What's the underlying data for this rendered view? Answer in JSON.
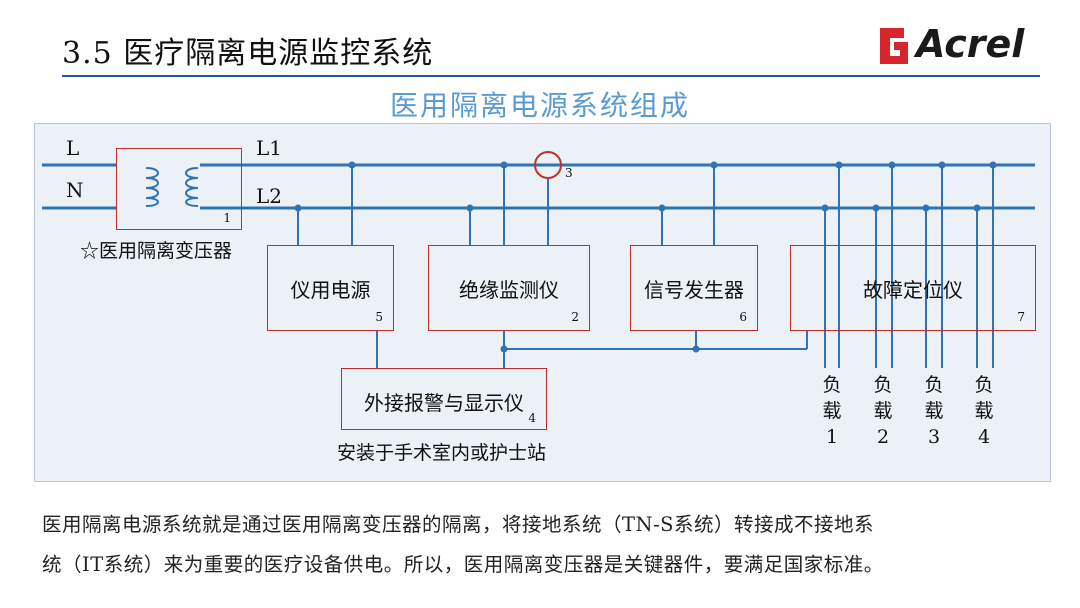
{
  "header": {
    "title": "3.5 医疗隔离电源监控系统",
    "logo_text": "Acrel",
    "subtitle": "医用隔离电源系统组成"
  },
  "diagram": {
    "lines": {
      "l": "L",
      "n": "N",
      "l1": "L1",
      "l2": "L2"
    },
    "transformer": {
      "number": "1",
      "caption": "☆医用隔离变压器"
    },
    "sensor_number": "3",
    "boxes": {
      "power": {
        "label": "仪用电源",
        "number": "5"
      },
      "insulation": {
        "label": "绝缘监测仪",
        "number": "2"
      },
      "signal": {
        "label": "信号发生器",
        "number": "6"
      },
      "fault": {
        "label": "故障定位仪",
        "number": "7"
      },
      "alarm": {
        "label": "外接报警与显示仪",
        "number": "4"
      }
    },
    "install_note": "安装于手术室内或护士站",
    "loads": [
      {
        "line1": "负",
        "line2": "载",
        "line3": "1"
      },
      {
        "line1": "负",
        "line2": "载",
        "line3": "2"
      },
      {
        "line1": "负",
        "line2": "载",
        "line3": "3"
      },
      {
        "line1": "负",
        "line2": "载",
        "line3": "4"
      }
    ]
  },
  "description": {
    "line1": "医用隔离电源系统就是通过医用隔离变压器的隔离，将接地系统（TN-S系统）转接成不接地系",
    "line2": "统（IT系统）来为重要的医疗设备供电。所以，医用隔离变压器是关键器件，要满足国家标准。"
  },
  "colors": {
    "wire": "#2e74b5",
    "box_border": "#c0302b",
    "subtitle": "#5b9bd5",
    "rule": "#1e5a93",
    "logo_red": "#d7262b"
  }
}
